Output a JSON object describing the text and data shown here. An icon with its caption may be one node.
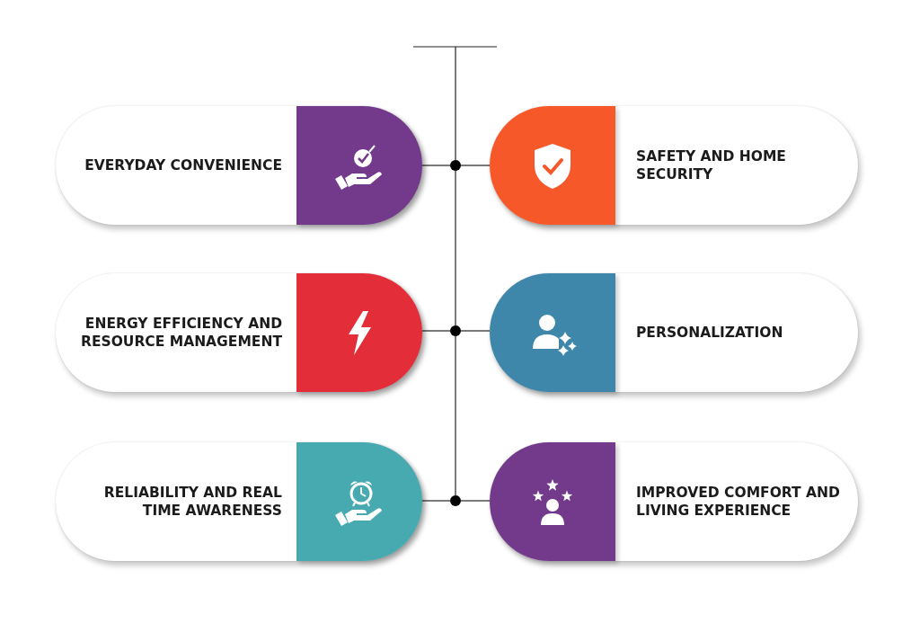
{
  "diagram": {
    "nodes": [
      {
        "text": [
          "EVERYDAY CONVENIENCE"
        ]
      },
      {
        "text": [
          "SAFETY AND HOME SECURITY"
        ]
      },
      {
        "text": [
          "ENERGY EFFICIENCY AND RESOURCE MANAGEMENT"
        ]
      },
      {
        "text": [
          "PERSONALIZATION"
        ]
      },
      {
        "text": [
          "RELIABILITY AND REAL TIME AWARENESS"
        ]
      },
      {
        "text": [
          "IMPROVED COMFORT AND LIVING EXPERIENCE"
        ]
      },
      {
        "text": [],
        "shape": "circle"
      },
      {
        "text": [],
        "shape": "circle"
      },
      {
        "text": [],
        "shape": "circle"
      }
    ],
    "edges": [
      {
        "from": 0,
        "to": 6,
        "arrow": "none"
      },
      {
        "from": 6,
        "to": 1,
        "arrow": "none"
      },
      {
        "from": 2,
        "to": 7,
        "arrow": "none"
      },
      {
        "from": 7,
        "to": 3,
        "arrow": "none"
      },
      {
        "from": 4,
        "to": 8,
        "arrow": "none"
      },
      {
        "from": 8,
        "to": 5,
        "arrow": "none"
      },
      {
        "from": 6,
        "to": 7,
        "arrow": "none"
      },
      {
        "from": 7,
        "to": 8,
        "arrow": "none"
      }
    ]
  }
}
